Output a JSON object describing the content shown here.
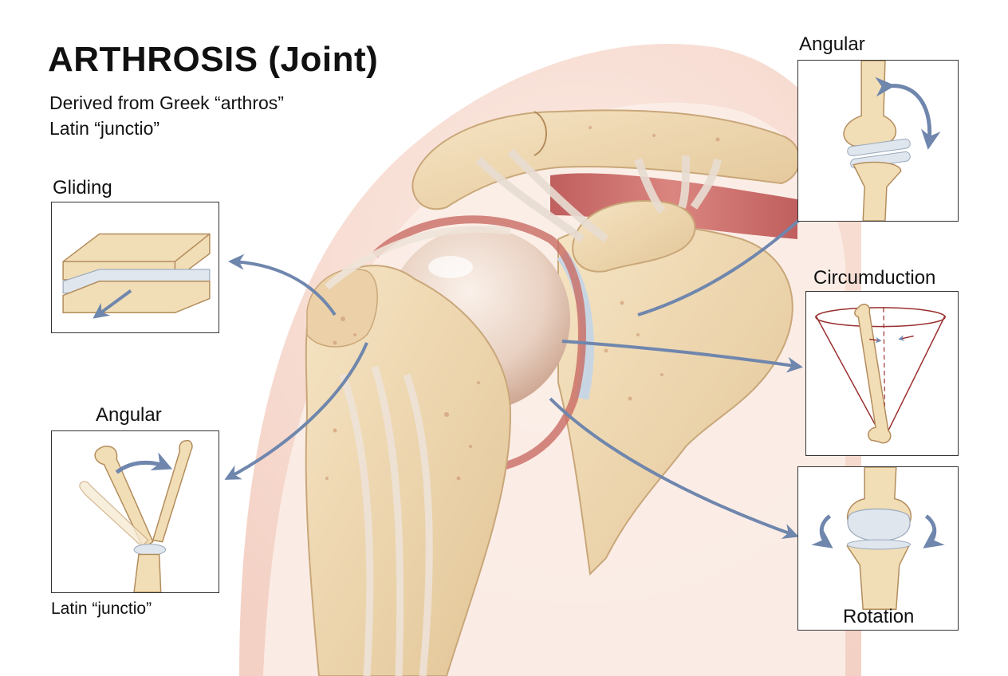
{
  "header": {
    "title": "ARTHROSIS (Joint)",
    "subtitle_line1": "Derived from Greek “arthros”",
    "subtitle_line2": "Latin “junctio”"
  },
  "panels": {
    "gliding": {
      "label": "Gliding"
    },
    "angular_left": {
      "label": "Angular"
    },
    "angular_right": {
      "label": "Angular"
    },
    "circumduction": {
      "label": "Circumduction"
    },
    "rotation": {
      "label": "Rotation"
    }
  },
  "footnote": "Latin “junctio”",
  "colors": {
    "bone": "#f1deb6",
    "bone_shadow": "#d9b98a",
    "cartilage": "#d7e1ea",
    "muscle": "#cf6b6b",
    "skin": "#f6d8cc",
    "arrow": "#6f86ad",
    "cone": "#9a2f2f"
  },
  "icons": [
    "gliding-plates-icon",
    "angular-hinge-icon",
    "circumduction-cone-icon",
    "rotation-knee-icon"
  ]
}
